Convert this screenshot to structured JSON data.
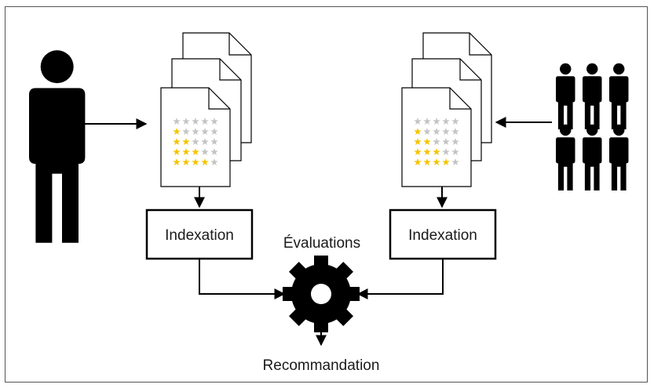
{
  "labels": {
    "left_index": "Indexation",
    "right_index": "Indexation",
    "engine": "Évaluations",
    "output": "Recommandation"
  },
  "colors": {
    "ink": "#000000",
    "star_filled": "#f5c400",
    "star_empty": "#c4c4c4",
    "paper": "#ffffff",
    "frame": "#555555"
  },
  "icons": {
    "single_user": "single-user-icon",
    "user_group": "user-group-icon",
    "documents": "document-stack-icon",
    "engine": "gear-icon"
  },
  "rating_sheet": {
    "max_stars": 5,
    "rows": [
      0,
      1,
      2,
      3,
      4
    ]
  }
}
